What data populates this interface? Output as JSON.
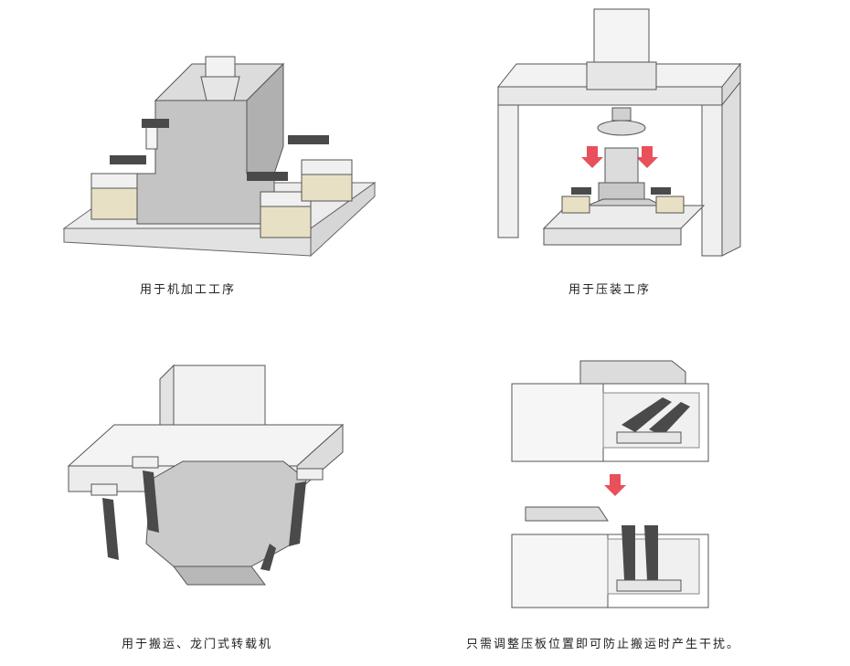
{
  "captions": {
    "machining": "用于机加工工序",
    "press_fit": "用于压装工序",
    "transport": "用于搬运、龙门式转载机",
    "adjust": "只需调整压板位置即可防止搬运时产生干扰。"
  },
  "colors": {
    "arrow": "#e8505b",
    "clamp_dark": "#4a4a4a",
    "block_gray": "#cfcfcf",
    "base_light": "#ececec",
    "cylinder_beige": "#e8e0c4"
  }
}
